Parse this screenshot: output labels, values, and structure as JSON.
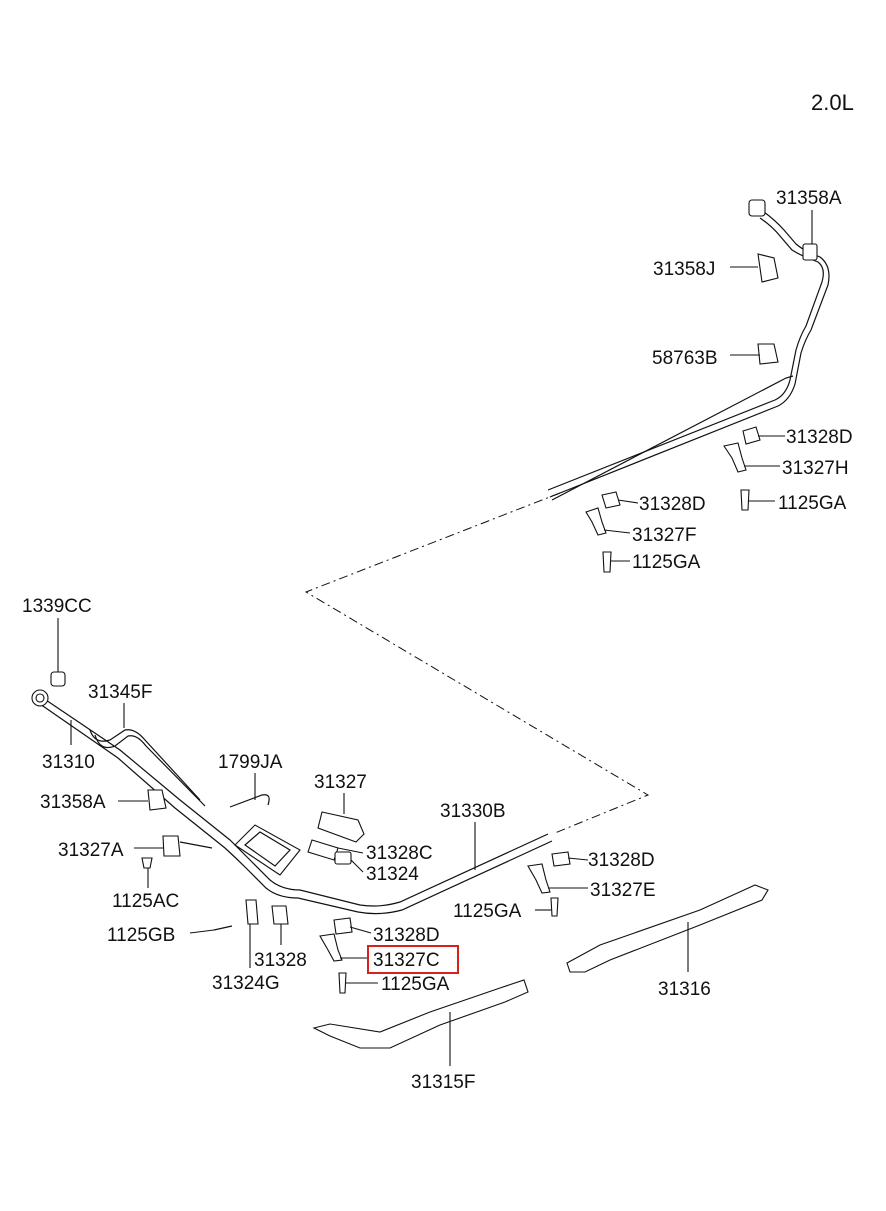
{
  "header": {
    "engine": "2.0L"
  },
  "highlight_color": "#d8201c",
  "labels": {
    "l31358A_top": "31358A",
    "l31358J": "31358J",
    "l58763B": "58763B",
    "l31328D_1": "31328D",
    "l31327H": "31327H",
    "l31328D_2": "31328D",
    "l1125GA_1": "1125GA",
    "l31327F": "31327F",
    "l1125GA_2": "1125GA",
    "l1339CC": "1339CC",
    "l31345F": "31345F",
    "l31310": "31310",
    "l1799JA": "1799JA",
    "l31327": "31327",
    "l31330B": "31330B",
    "l31358A_left": "31358A",
    "l31327A": "31327A",
    "l31328C": "31328C",
    "l31324": "31324",
    "l31328D_3": "31328D",
    "l31327E": "31327E",
    "l1125AC": "1125AC",
    "l1125GA_3": "1125GA",
    "l1125GB": "1125GB",
    "l31328": "31328",
    "l31328D_4": "31328D",
    "l31327C": "31327C",
    "l31324G": "31324G",
    "l1125GA_4": "1125GA",
    "l31316": "31316",
    "l31315F": "31315F"
  }
}
